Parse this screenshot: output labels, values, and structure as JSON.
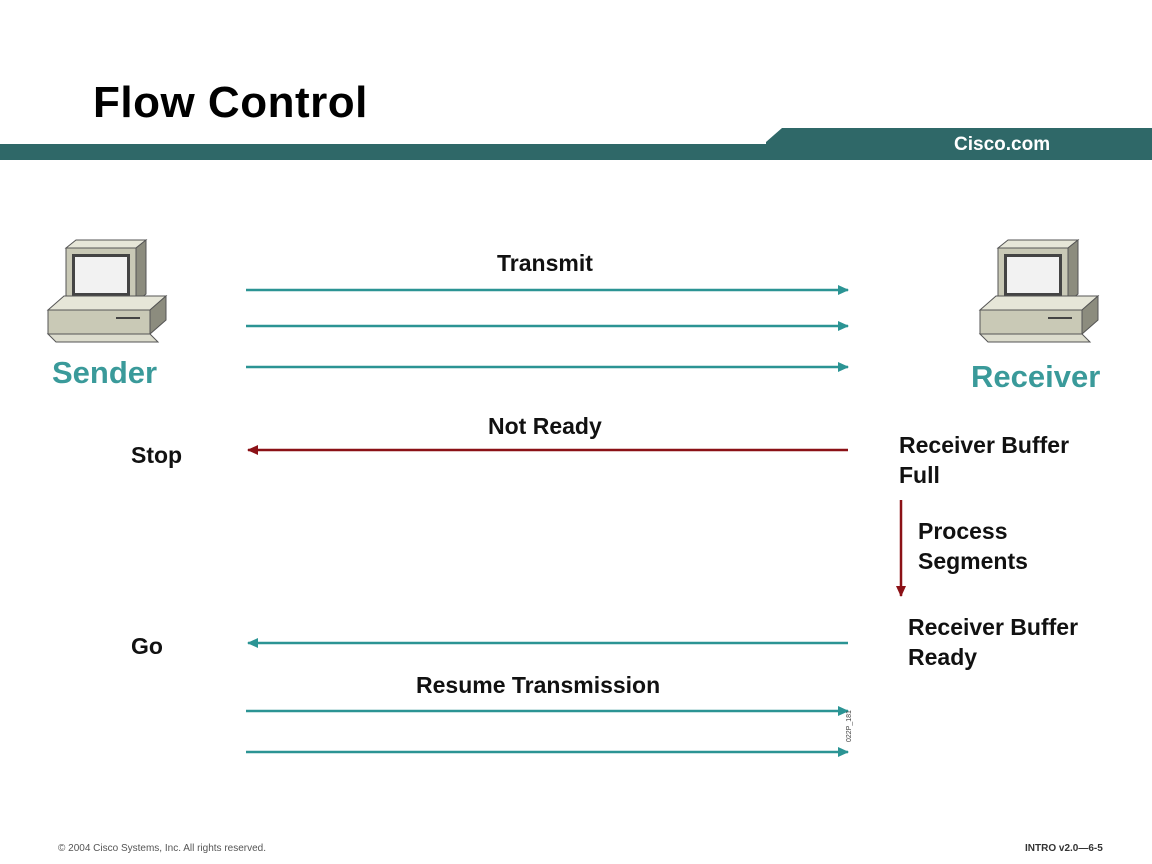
{
  "slide": {
    "title": "Flow Control",
    "brand": "Cisco.com",
    "colors": {
      "band": "#2f6868",
      "teal_arrow": "#2b9494",
      "red_arrow": "#8b1116",
      "label_teal": "#3a9a9a"
    }
  },
  "diagram": {
    "sender_label": "Sender",
    "receiver_label": "Receiver",
    "icons": [
      "sender-computer-icon",
      "receiver-computer-icon"
    ],
    "messages": {
      "transmit": "Transmit",
      "not_ready": "Not Ready",
      "resume": "Resume Transmission"
    },
    "sender_states": {
      "stop": "Stop",
      "go": "Go"
    },
    "receiver_states": {
      "buffer_full_line1": "Receiver Buffer",
      "buffer_full_line2": "Full",
      "process_line1": "Process",
      "process_line2": "Segments",
      "buffer_ready_line1": "Receiver Buffer",
      "buffer_ready_line2": "Ready"
    },
    "figure_code": "022P_181"
  },
  "footer": {
    "copyright": "© 2004 Cisco Systems, Inc. All rights reserved.",
    "course": "INTRO v2.0—6-5"
  }
}
